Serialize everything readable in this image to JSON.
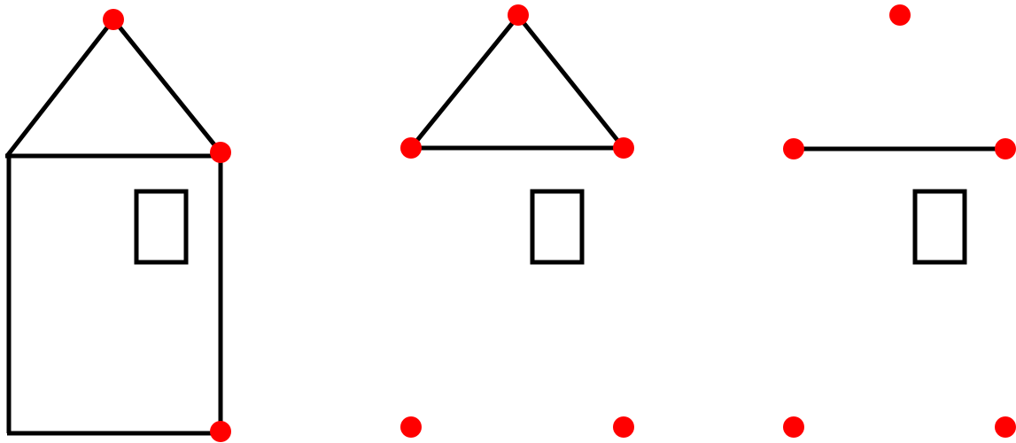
{
  "colors": {
    "background": "#ffffff",
    "line": "#000000",
    "vertex": "#ff0000"
  },
  "panels": [
    {
      "id": "complete-house",
      "edges": [
        "roof-left",
        "roof-right",
        "top-wall",
        "left-wall",
        "right-wall",
        "bottom-wall"
      ],
      "vertices": [
        "apex",
        "top-right-corner",
        "bottom-right-corner"
      ],
      "has_window": true
    },
    {
      "id": "roof-only",
      "edges": [
        "roof-left",
        "roof-right",
        "roof-base"
      ],
      "vertices": [
        "apex",
        "base-left",
        "base-right",
        "bottom-left",
        "bottom-right"
      ],
      "has_window": true
    },
    {
      "id": "base-line-only",
      "edges": [
        "base-line"
      ],
      "vertices": [
        "apex",
        "base-left",
        "base-right",
        "bottom-left",
        "bottom-right"
      ],
      "has_window": true
    }
  ]
}
